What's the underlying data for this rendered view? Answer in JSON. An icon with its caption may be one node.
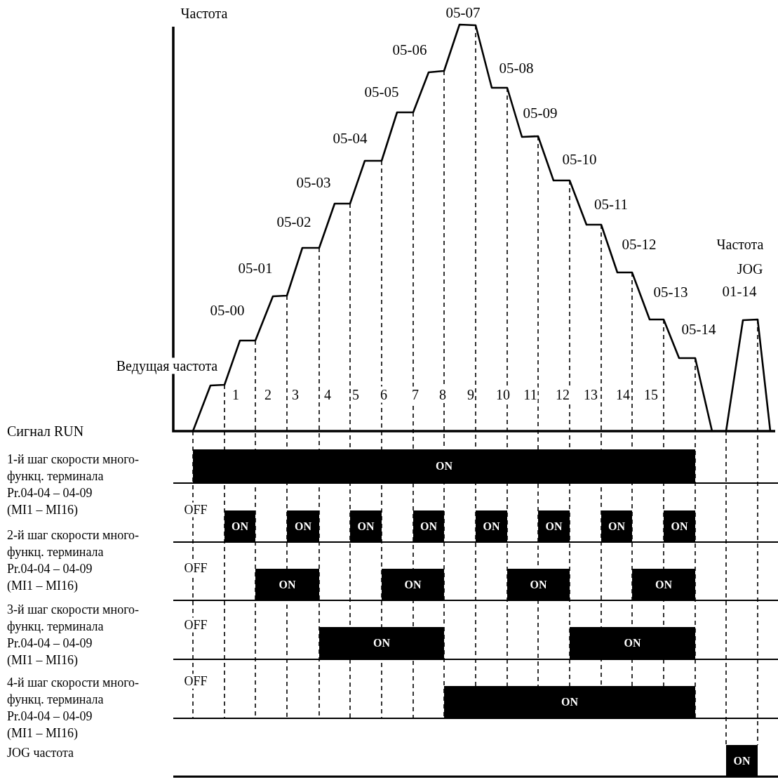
{
  "diagram": {
    "nodes": [
      {
        "text": [
          "ON"
        ]
      },
      {
        "text": [
          "ON"
        ]
      },
      {
        "text": [
          "ON"
        ]
      },
      {
        "text": [
          "ON"
        ]
      },
      {
        "text": [
          "ON"
        ]
      },
      {
        "text": [
          "ON"
        ]
      },
      {
        "text": [
          "ON"
        ]
      },
      {
        "text": [
          "ON"
        ]
      },
      {
        "text": [
          "ON"
        ]
      },
      {
        "text": [
          "ON"
        ]
      },
      {
        "text": [
          "ON"
        ]
      },
      {
        "text": [
          "ON"
        ]
      },
      {
        "text": [
          "ON"
        ]
      },
      {
        "text": [
          "ON"
        ]
      },
      {
        "text": [
          "ON"
        ]
      },
      {
        "text": [
          "ON"
        ]
      },
      {
        "text": [
          "ON"
        ]
      }
    ],
    "labels": [
      "Частота",
      "05-07",
      "05-06",
      "05-08",
      "05-05",
      "05-09",
      "05-04",
      "05-10",
      "05-03",
      "05-11",
      "05-02",
      "05-12",
      "Частота",
      "05-01",
      "JOG",
      "05-13",
      "01-14",
      "05-00",
      "05-14",
      "Ведущая частота",
      "1",
      "2",
      "3",
      "4",
      "5",
      "6",
      "7",
      "8",
      "9",
      "10",
      "11",
      "12",
      "13",
      "14",
      "15",
      "Сигнал RUN",
      "1-й шаг скорости много- функц. терминала",
      "Pr.04-04 – 04-09",
      "(MI1 – MI16)",
      "OFF",
      "2-й шаг скорости много- функц. терминала",
      "Pr.04-04 – 04-09",
      "(MI1 – MI16)",
      "OFF",
      "3-й шаг скорости много- функц. терминала",
      "Pr.04-04 – 04-09",
      "(MI1 – MI16)",
      "OFF",
      "4-й шаг скорости много- функц. терминала",
      "Pr.04-04 – 04-09",
      "(MI1 – MI16)",
      "OFF",
      "JOG частота"
    ]
  }
}
